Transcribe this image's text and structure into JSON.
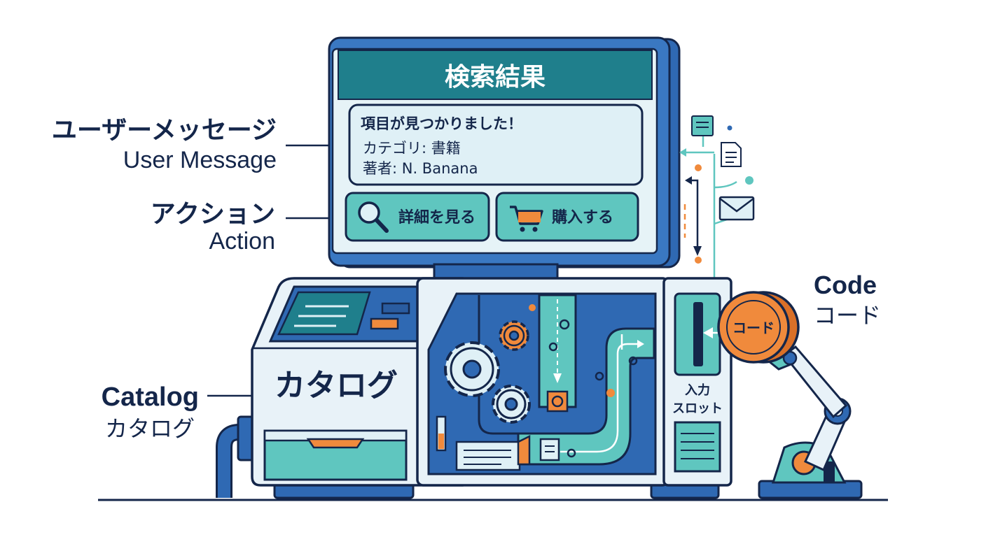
{
  "screen": {
    "title": "検索結果",
    "message_line1": "項目が見つかりました！",
    "message_line2": "カテゴリ: 書籍",
    "message_line3": "著者: N. Banana",
    "details_button": "詳細を見る",
    "buy_button": "購入する"
  },
  "labels": {
    "user_message_jp": "ユーザーメッセージ",
    "user_message_en": "User Message",
    "action_jp": "アクション",
    "action_en": "Action",
    "catalog_en": "Catalog",
    "catalog_jp": "カタログ",
    "code_en": "Code",
    "code_jp": "コード"
  },
  "machine": {
    "body_label": "カタログ",
    "coin_label": "コード",
    "slot_label_line1": "入力",
    "slot_label_line2": "スロット"
  },
  "colors": {
    "navy": "#14264a",
    "blue": "#2f69b3",
    "teal": "#5fc6bf",
    "teal_dark": "#1f7f8c",
    "light": "#dfeff5",
    "orange": "#f08a3c"
  }
}
